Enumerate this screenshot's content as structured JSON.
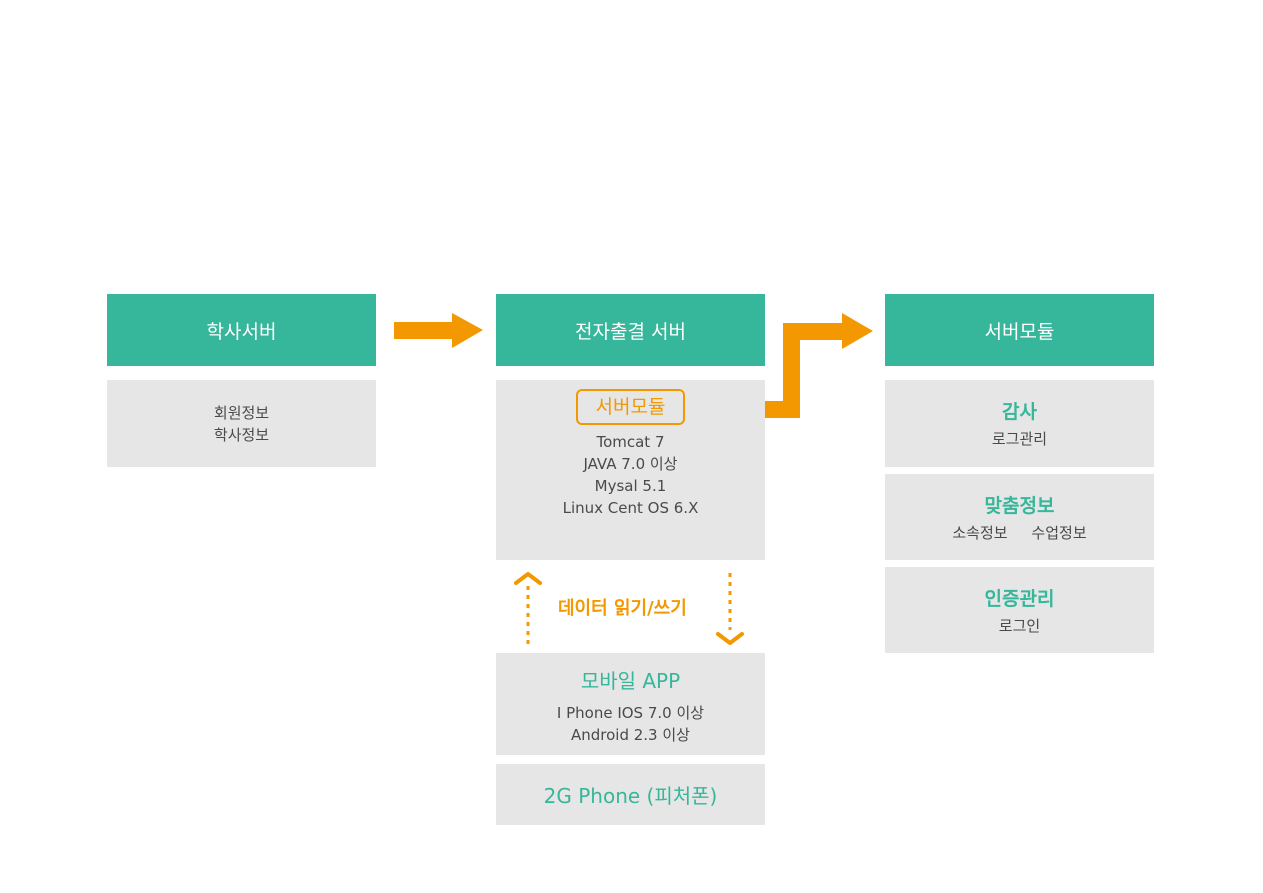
{
  "academic": {
    "header": "학사서버",
    "lines": [
      "회원정보",
      "학사정보"
    ]
  },
  "attendance": {
    "header": "전자출결 서버",
    "module_tag": "서버모듈",
    "specs": [
      "Tomcat 7",
      "JAVA 7.0 이상",
      "Mysal 5.1",
      "Linux Cent OS 6.X"
    ]
  },
  "rw_label": "데이터 읽기/쓰기",
  "mobile": {
    "title": "모바일 APP",
    "lines": [
      "I Phone IOS 7.0 이상",
      "Android 2.3 이상"
    ]
  },
  "feature_phone": {
    "title": "2G Phone (피처폰)"
  },
  "server_module": {
    "header": "서버모듈",
    "items": [
      {
        "title": "감사",
        "sub": "로그관리"
      },
      {
        "title": "맞춤정보",
        "sub": "소속정보     수업정보"
      },
      {
        "title": "인증관리",
        "sub": "로그인"
      }
    ]
  },
  "colors": {
    "green": "#36b69a",
    "orange": "#f39800",
    "gray": "#e6e6e6"
  }
}
